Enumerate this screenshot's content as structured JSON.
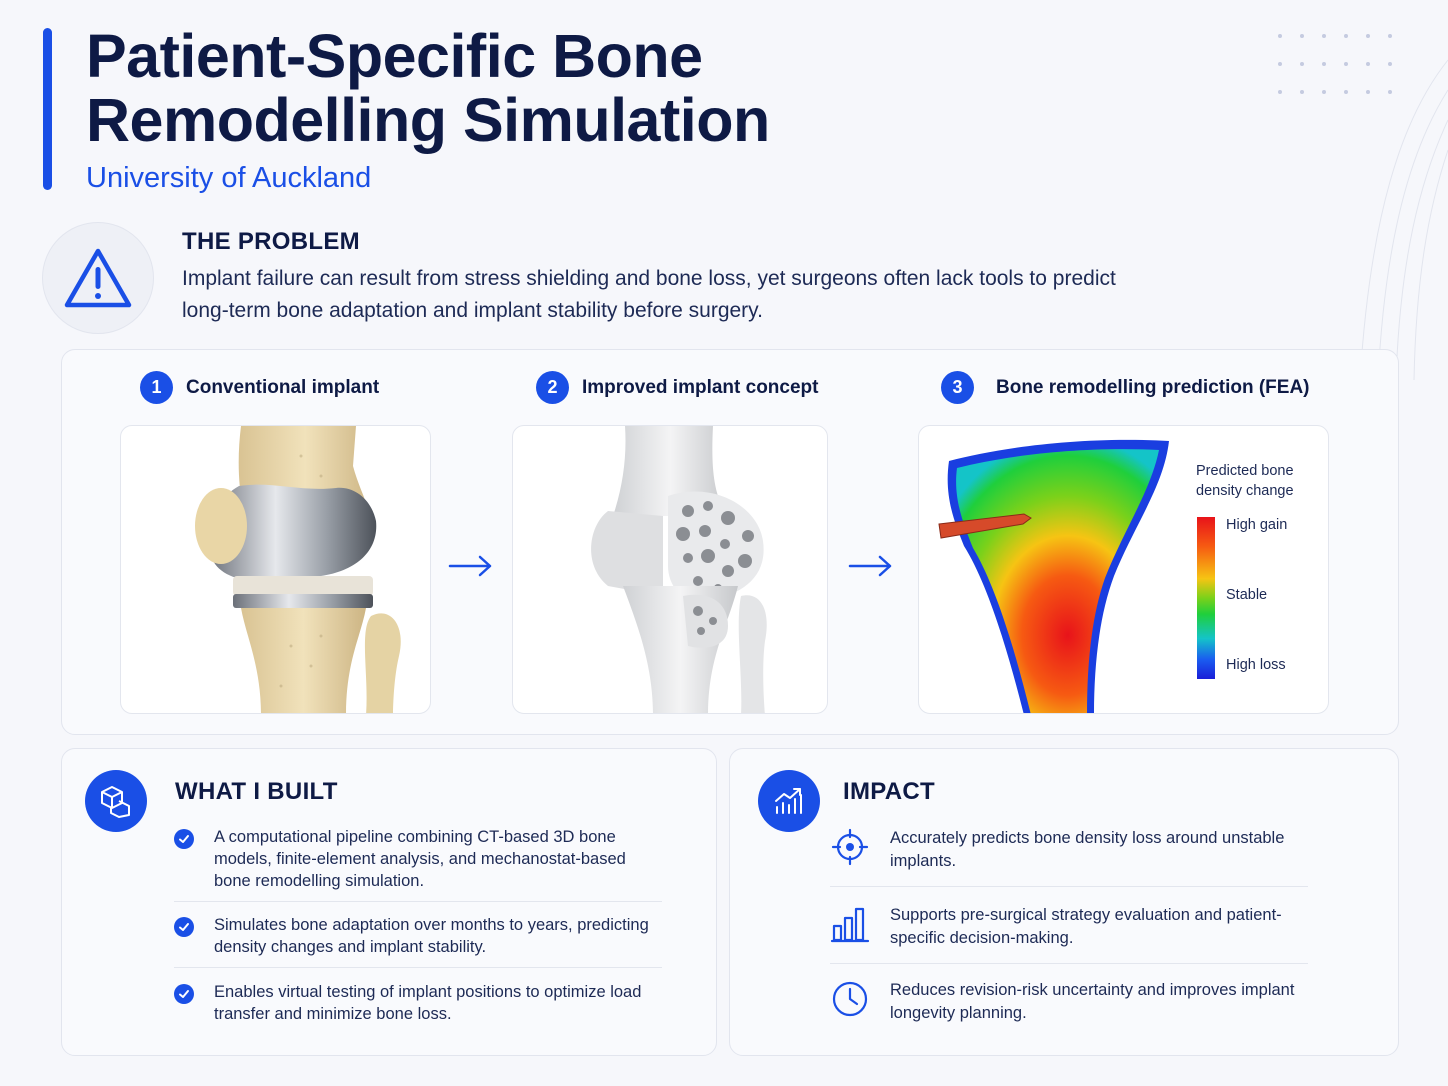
{
  "header": {
    "title": "Patient-Specific Bone Remodelling Simulation",
    "subtitle": "University of Auckland"
  },
  "problem": {
    "heading": "THE PROBLEM",
    "text": "Implant failure can result from stress shielding and bone loss, yet surgeons often lack tools to predict long-term bone adaptation and implant stability before surgery.",
    "icon": "warning-icon"
  },
  "steps": [
    {
      "number": "1",
      "label": "Conventional implant"
    },
    {
      "number": "2",
      "label": "Improved implant concept"
    },
    {
      "number": "3",
      "label": "Bone remodelling prediction (FEA)"
    }
  ],
  "legend": {
    "title": "Predicted bone density change",
    "high": "High gain",
    "mid": "Stable",
    "low": "High loss"
  },
  "built": {
    "heading": "WHAT I BUILT",
    "icon": "cube-icon",
    "items": [
      "A computational pipeline combining CT-based 3D bone models, finite-element analysis, and mechanostat-based bone remodelling simulation.",
      "Simulates bone adaptation over months to years, predicting density changes and implant stability.",
      "Enables virtual testing of implant positions to optimize load transfer and minimize bone loss."
    ]
  },
  "impact": {
    "heading": "IMPACT",
    "icon": "growth-chart-icon",
    "items": [
      {
        "icon": "target-icon",
        "text": "Accurately predicts bone density loss around unstable implants."
      },
      {
        "icon": "bar-chart-icon",
        "text": "Supports pre-surgical strategy evaluation and patient-specific decision-making."
      },
      {
        "icon": "clock-icon",
        "text": "Reduces revision-risk uncertainty and improves implant longevity planning."
      }
    ]
  },
  "colors": {
    "accent": "#1a4fe6",
    "heading": "#0e1a45",
    "background": "#f6f7fb"
  }
}
